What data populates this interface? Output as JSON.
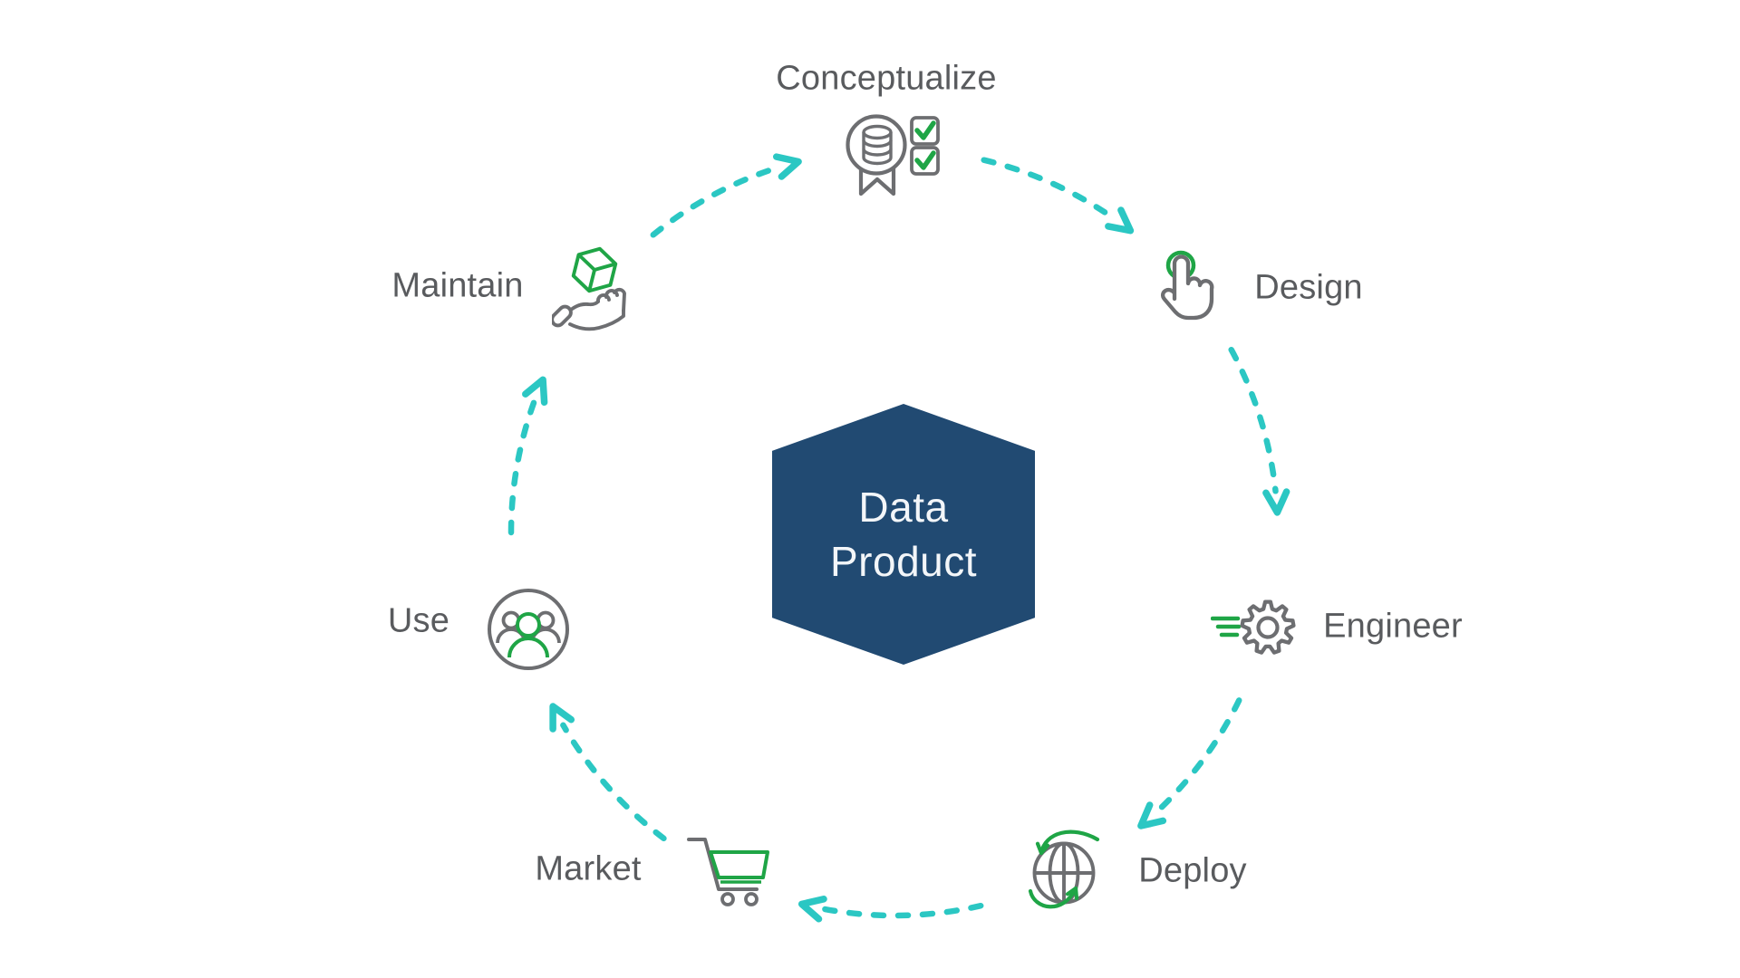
{
  "center": {
    "label_line1": "Data",
    "label_line2": "Product"
  },
  "stages": [
    {
      "id": "conceptualize",
      "label": "Conceptualize",
      "icon": "database-award-checklist-icon"
    },
    {
      "id": "design",
      "label": "Design",
      "icon": "tap-gesture-icon"
    },
    {
      "id": "engineer",
      "label": "Engineer",
      "icon": "gear-speed-icon"
    },
    {
      "id": "deploy",
      "label": "Deploy",
      "icon": "globe-orbit-icon"
    },
    {
      "id": "market",
      "label": "Market",
      "icon": "shopping-cart-icon"
    },
    {
      "id": "use",
      "label": "Use",
      "icon": "user-group-icon"
    },
    {
      "id": "maintain",
      "label": "Maintain",
      "icon": "hand-cube-icon"
    }
  ],
  "flow_direction": "clockwise",
  "flow_order": [
    "Conceptualize",
    "Design",
    "Engineer",
    "Deploy",
    "Market",
    "Use",
    "Maintain"
  ],
  "colors": {
    "background": "#ffffff",
    "hexagon": "#214a72",
    "hexagon_text": "#f3f6f9",
    "arrow_teal": "#2bc7c3",
    "icon_gray": "#6d6e71",
    "icon_green": "#1fa546",
    "label_text": "#595b5e"
  }
}
